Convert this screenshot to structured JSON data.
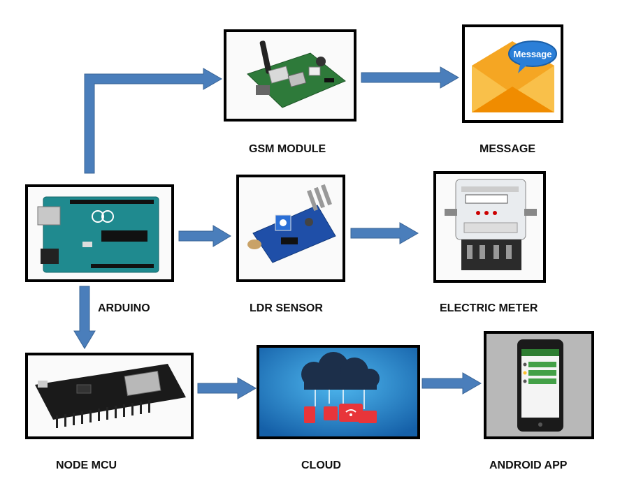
{
  "nodes": {
    "gsm": {
      "label": "GSM MODULE"
    },
    "message": {
      "label": "MESSAGE",
      "envelope_text": "Message"
    },
    "arduino": {
      "label": "ARDUINO"
    },
    "ldr": {
      "label": "LDR  SENSOR"
    },
    "meter": {
      "label": "ELECTRIC METER"
    },
    "nodemcu": {
      "label": "NODE MCU"
    },
    "cloud": {
      "label": "CLOUD"
    },
    "android": {
      "label": "ANDROID APP"
    }
  },
  "colors": {
    "arrow_fill": "#4a7ebb",
    "arrow_stroke": "#3a6496",
    "board_teal": "#1f8a8f",
    "gsm_board": "#2e7a3a",
    "sensor_blue": "#1f4fa8",
    "nodemcu_black": "#1a1a1a",
    "cloud_blue": "#1f8fd0",
    "envelope_orange": "#f5a623",
    "bubble_blue": "#2b7fd8"
  }
}
